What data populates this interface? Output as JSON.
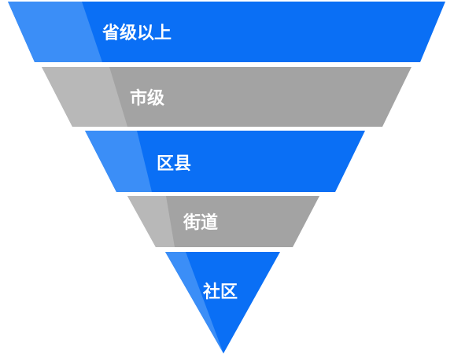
{
  "diagram": {
    "tiers": [
      {
        "label": "省级以上",
        "color": "#0a6ff5",
        "highlight": "#3b8ef7"
      },
      {
        "label": "市级",
        "color": "#a3a3a3",
        "highlight": "#b8b8b8"
      },
      {
        "label": "区县",
        "color": "#0a6ff5",
        "highlight": "#3b8ef7"
      },
      {
        "label": "街道",
        "color": "#a3a3a3",
        "highlight": "#b8b8b8"
      },
      {
        "label": "社区",
        "color": "#0a6ff5",
        "highlight": "#3b8ef7"
      }
    ]
  }
}
